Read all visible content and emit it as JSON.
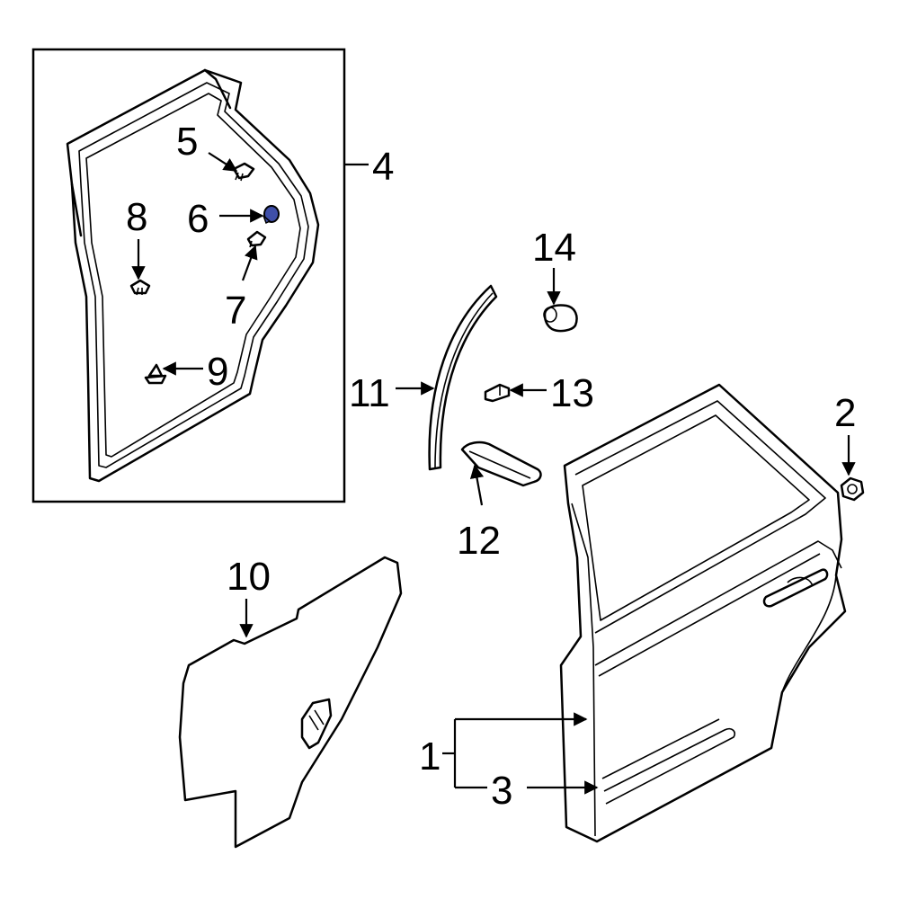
{
  "callouts": {
    "c1": "1",
    "c2": "2",
    "c3": "3",
    "c4": "4",
    "c5": "5",
    "c6": "6",
    "c7": "7",
    "c8": "8",
    "c9": "9",
    "c10": "10",
    "c11": "11",
    "c12": "12",
    "c13": "13",
    "c14": "14"
  },
  "colors": {
    "stroke": "#000000",
    "background": "#ffffff",
    "highlight_part": "#3f4fa8"
  }
}
